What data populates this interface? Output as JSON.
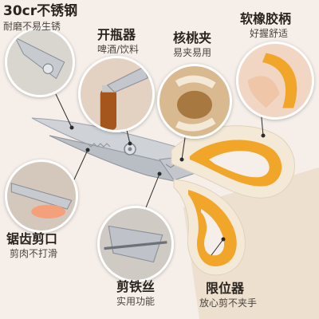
{
  "callouts": {
    "stainless": {
      "title": "30cr不锈钢",
      "subtitle": "耐磨不易生锈"
    },
    "bottle_opener": {
      "title": "开瓶器",
      "subtitle": "啤酒/饮料"
    },
    "walnut_clip": {
      "title": "核桃夹",
      "subtitle": "易夹易用"
    },
    "soft_handle": {
      "title": "软橡胶柄",
      "subtitle": "好握舒适"
    },
    "serrated_edge": {
      "title": "锯齿剪口",
      "subtitle": "剪肉不打滑"
    },
    "wire_cutter": {
      "title": "剪铁丝",
      "subtitle": "实用功能"
    },
    "limiter": {
      "title": "限位器",
      "subtitle": "放心剪不夹手"
    }
  },
  "colors": {
    "background": "#f6efe9",
    "handle_orange": "#f1a62a",
    "handle_cream": "#f3e9d6",
    "steel": "#c9ccd1",
    "leader_line": "#2b2b2b"
  }
}
